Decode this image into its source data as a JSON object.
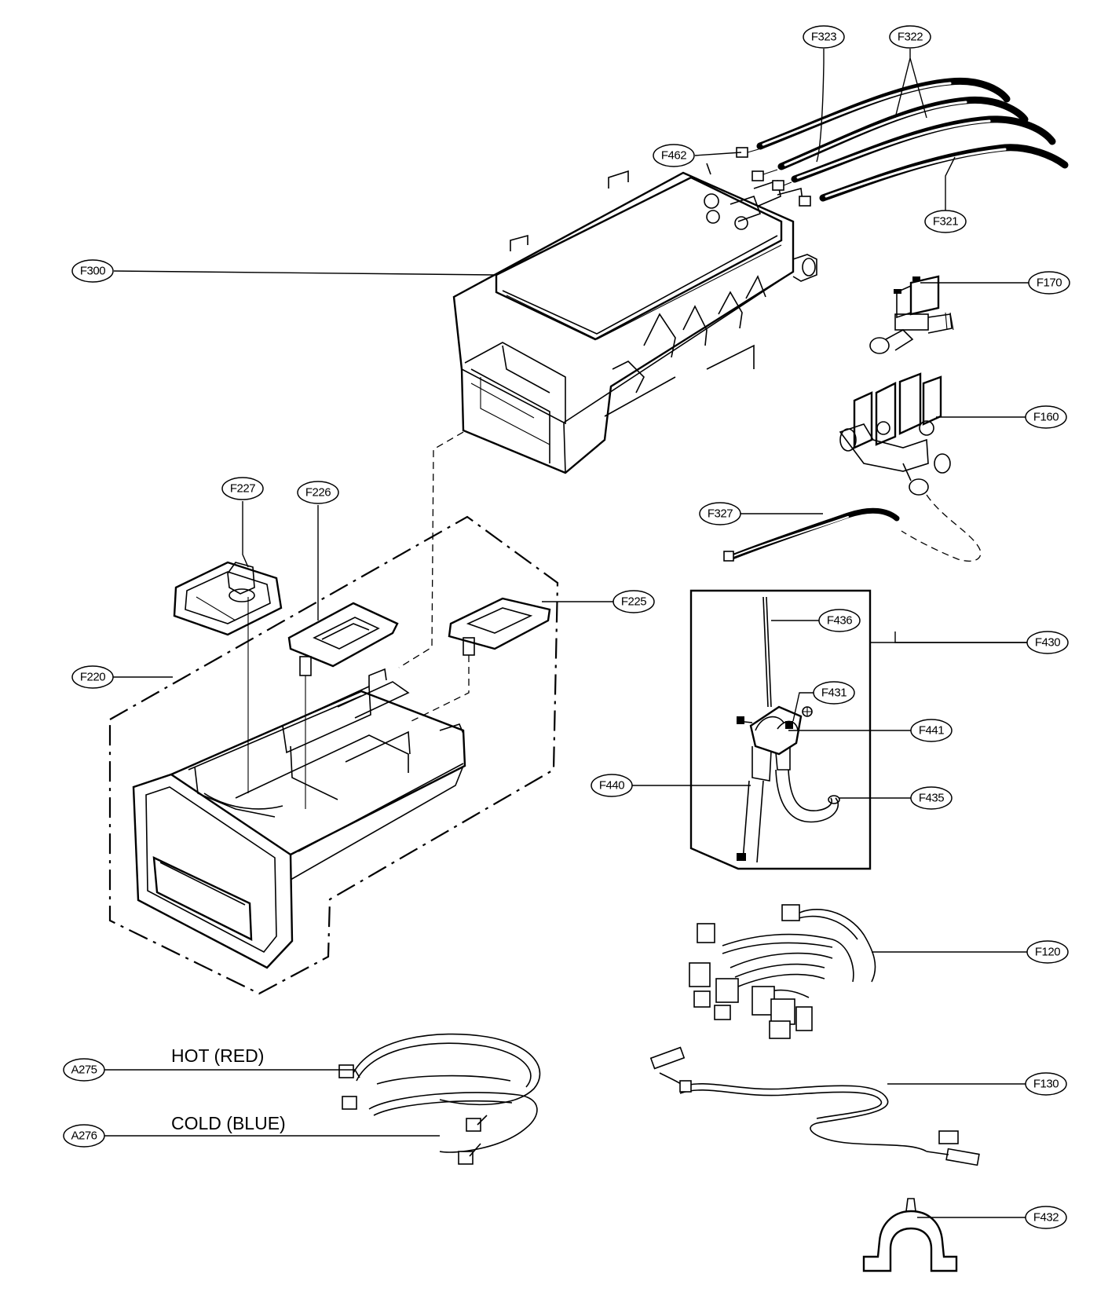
{
  "callouts": {
    "F323": "F323",
    "F322": "F322",
    "F462": "F462",
    "F321": "F321",
    "F300": "F300",
    "F170": "F170",
    "F160": "F160",
    "F327": "F327",
    "F227": "F227",
    "F226": "F226",
    "F225": "F225",
    "F436": "F436",
    "F430": "F430",
    "F220": "F220",
    "F431": "F431",
    "F441": "F441",
    "F440": "F440",
    "F435": "F435",
    "F120": "F120",
    "F130": "F130",
    "A275": "A275",
    "A276": "A276",
    "F432": "F432"
  },
  "hose_labels": {
    "hot": "HOT (RED)",
    "cold": "COLD (BLUE)"
  }
}
